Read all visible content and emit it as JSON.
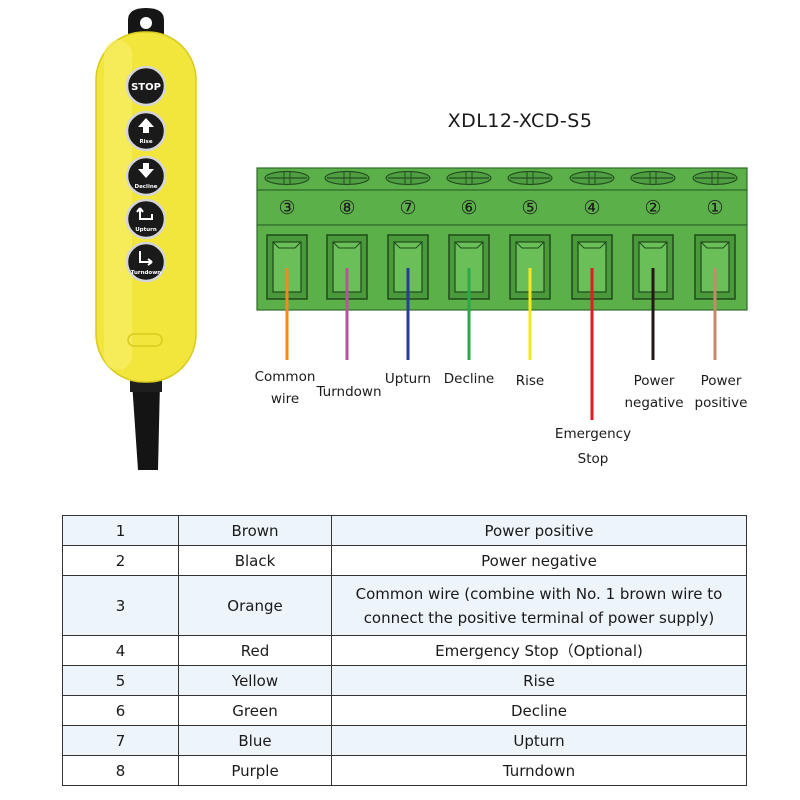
{
  "title": "XDL12-XCD-S5",
  "pendant": {
    "buttons": [
      {
        "label": "STOP",
        "icon": "stop-icon"
      },
      {
        "label": "Rise",
        "icon": "arrow-up-icon"
      },
      {
        "label": "Decline",
        "icon": "arrow-down-icon"
      },
      {
        "label": "Upturn",
        "icon": "upturn-icon"
      },
      {
        "label": "Turndown",
        "icon": "turndown-icon"
      }
    ],
    "body_color": "#f2e53c",
    "cable_color": "#141414"
  },
  "terminal": {
    "block_color": "#5cb04a",
    "positions": [
      {
        "number": "③",
        "wire_color": "#f08a1c",
        "label": "Common\nwire"
      },
      {
        "number": "⑧",
        "wire_color": "#b9529f",
        "label": "Turndown"
      },
      {
        "number": "⑦",
        "wire_color": "#2a3b9c",
        "label": "Upturn"
      },
      {
        "number": "⑥",
        "wire_color": "#2aa84a",
        "label": "Decline"
      },
      {
        "number": "⑤",
        "wire_color": "#f5e81c",
        "label": "Rise"
      },
      {
        "number": "④",
        "wire_color": "#e31b23",
        "label": "Emergency\nStop"
      },
      {
        "number": "②",
        "wire_color": "#231815",
        "label": "Power\nnegative"
      },
      {
        "number": "①",
        "wire_color": "#c8896b",
        "label": "Power\npositive"
      }
    ]
  },
  "table": {
    "rows": [
      {
        "no": "1",
        "color": "Brown",
        "desc": "Power positive"
      },
      {
        "no": "2",
        "color": "Black",
        "desc": "Power negative"
      },
      {
        "no": "3",
        "color": "Orange",
        "desc": "Common wire (combine with No. 1 brown wire to",
        "desc2": "connect the positive terminal of power supply)"
      },
      {
        "no": "4",
        "color": "Red",
        "desc": "Emergency Stop（Optional)"
      },
      {
        "no": "5",
        "color": "Yellow",
        "desc": "Rise"
      },
      {
        "no": "6",
        "color": "Green",
        "desc": "Decline"
      },
      {
        "no": "7",
        "color": "Blue",
        "desc": "Upturn"
      },
      {
        "no": "8",
        "color": "Purple",
        "desc": "Turndown"
      }
    ]
  }
}
